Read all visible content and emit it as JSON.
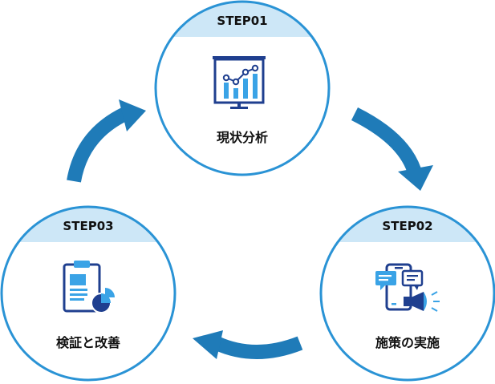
{
  "colors": {
    "circle_stroke": "#2a93d5",
    "header_band": "#cde7f7",
    "arrow": "#1f7bb8",
    "icon_dark": "#1f3f8f",
    "icon_light": "#3aa3e6"
  },
  "steps": [
    {
      "title": "STEP01",
      "label": "現状分析",
      "icon": "chart-board-icon"
    },
    {
      "title": "STEP02",
      "label": "施策の実施",
      "icon": "megaphone-phone-icon"
    },
    {
      "title": "STEP03",
      "label": "検証と改善",
      "icon": "report-clipboard-icon"
    }
  ]
}
